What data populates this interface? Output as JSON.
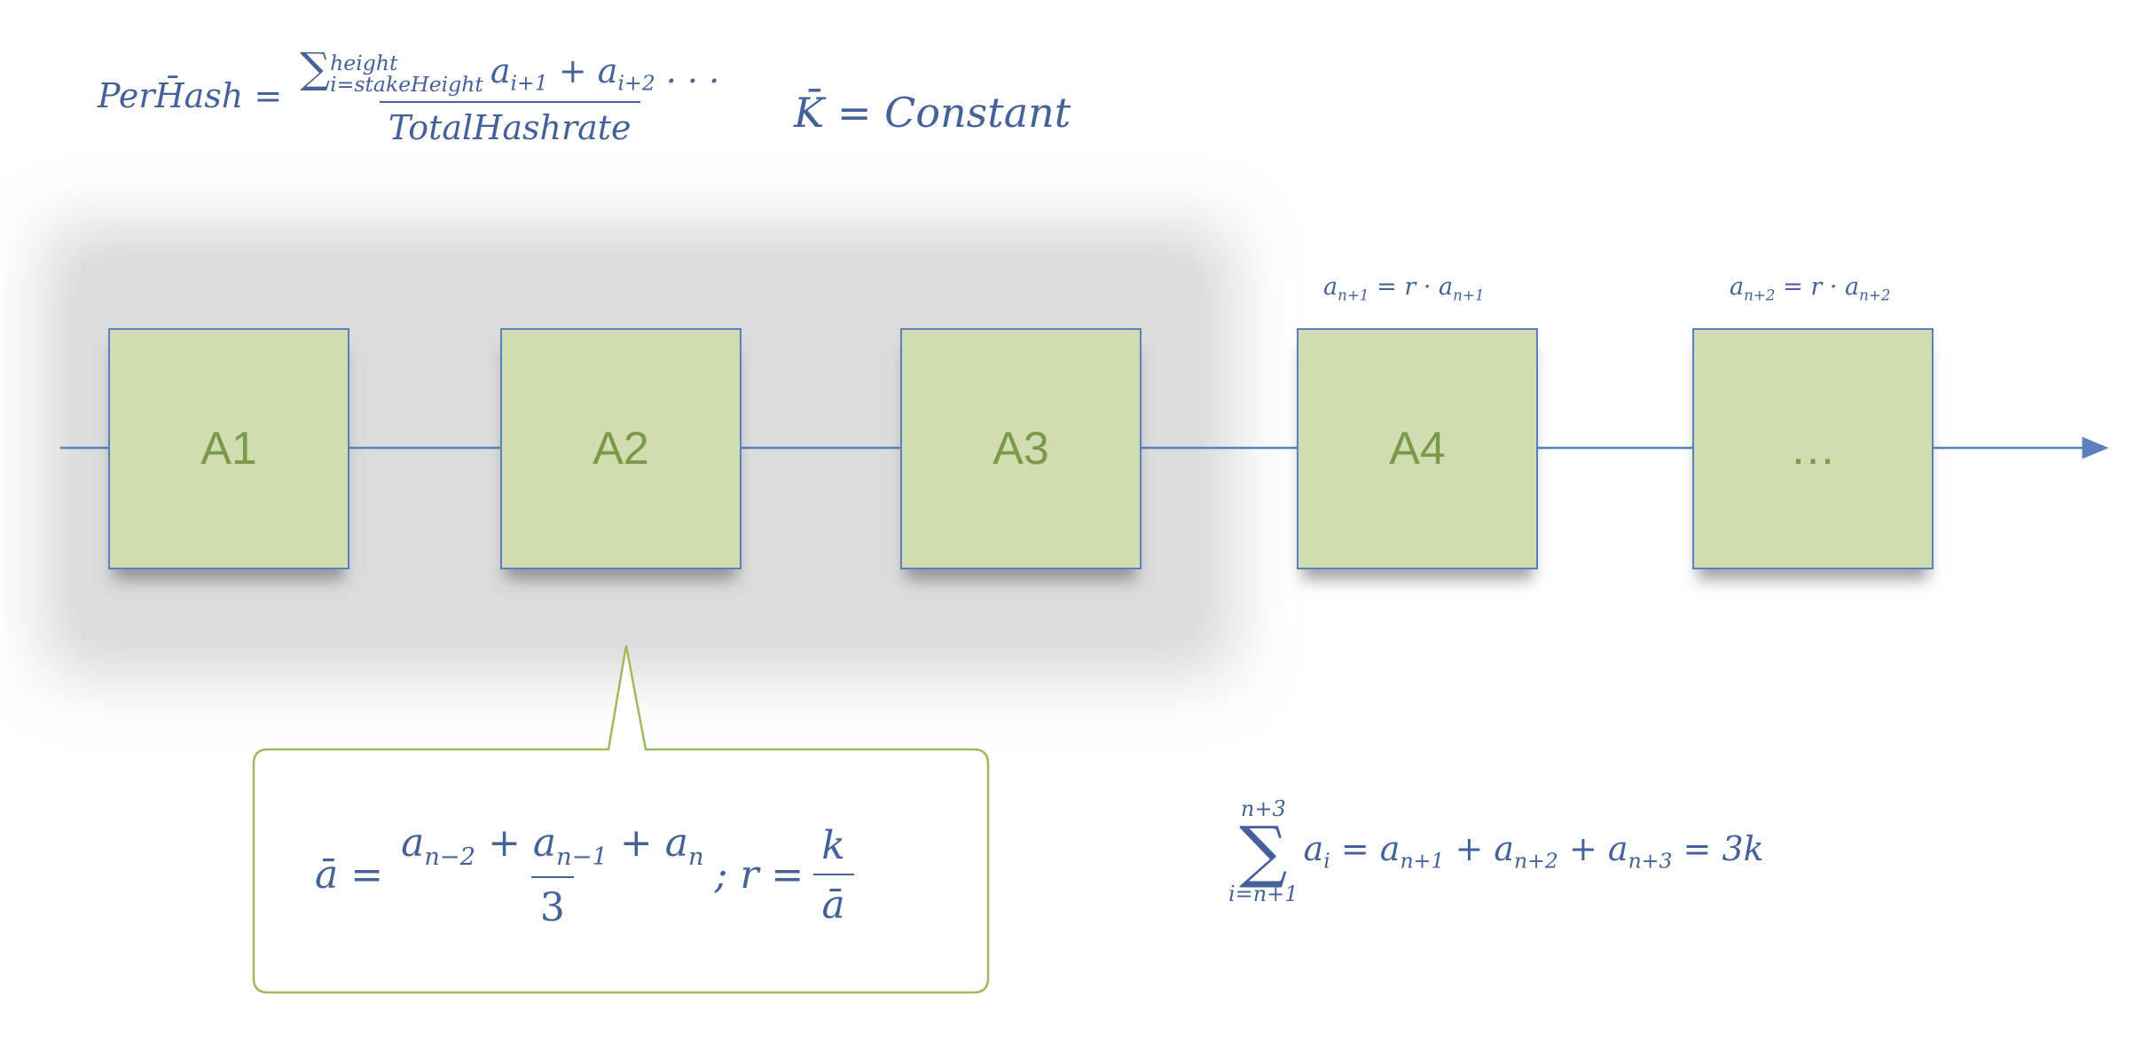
{
  "formulas": {
    "perhash": {
      "lhs": "PerH̄ash =",
      "sum_symbol": "∑",
      "sum_upper": "height",
      "sum_lower": "i=stakeHeight",
      "numerator_terms": "a",
      "num_sub1": "i+1",
      "num_plus": " + a",
      "num_sub2": "i+2",
      "num_tail": " . . .",
      "denominator": "TotalHashrate"
    },
    "k_constant": "K̄ = Constant",
    "block_a4_formula": {
      "lhs": "a",
      "lhs_sub": "n+1",
      "eq": " = r · a",
      "rhs_sub": "n+1"
    },
    "block_a5_formula": {
      "lhs": "a",
      "lhs_sub": "n+2",
      "eq": " = r · a",
      "rhs_sub": "n+2"
    },
    "average": {
      "lhs": "ā =",
      "num_a1": "a",
      "num_s1": "n−2",
      "num_a2": " + a",
      "num_s2": "n−1",
      "num_a3": " + a",
      "num_s3": "n",
      "den": "3",
      "sep": "; r =",
      "r_num": "k",
      "r_den": "ā"
    },
    "sum": {
      "upper": "n+3",
      "symbol": "∑",
      "lower": "i=n+1",
      "t0": "a",
      "s0": "i",
      "t1": " = a",
      "s1": "n+1",
      "t2": " + a",
      "s2": "n+2",
      "t3": " + a",
      "s3": "n+3",
      "tail": " = 3k"
    }
  },
  "blocks": [
    {
      "label": "A1"
    },
    {
      "label": "A2"
    },
    {
      "label": "A3"
    },
    {
      "label": "A4"
    },
    {
      "label": "…"
    }
  ],
  "colors": {
    "block_fill": "#d1ddb0",
    "block_border": "#5b7fbf",
    "block_text": "#7a9a4a",
    "math_text": "#45619a",
    "callout_border": "#9dbb5b",
    "selection_bg": "#dcdcdc"
  }
}
